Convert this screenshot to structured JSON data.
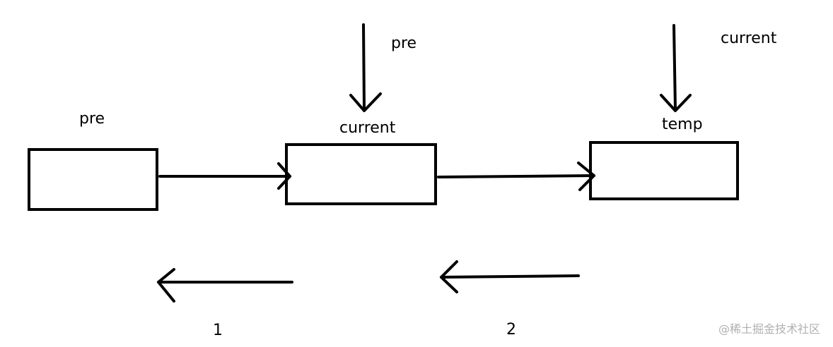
{
  "labels": {
    "pre_top": "pre",
    "current_top": "current",
    "pre_left": "pre",
    "current_mid": "current",
    "temp": "temp"
  },
  "steps": {
    "step1": "1",
    "step2": "2"
  },
  "watermark": "@稀土掘金技术社区",
  "colors": {
    "stroke": "#000000",
    "watermark": "#b0b0b0"
  }
}
